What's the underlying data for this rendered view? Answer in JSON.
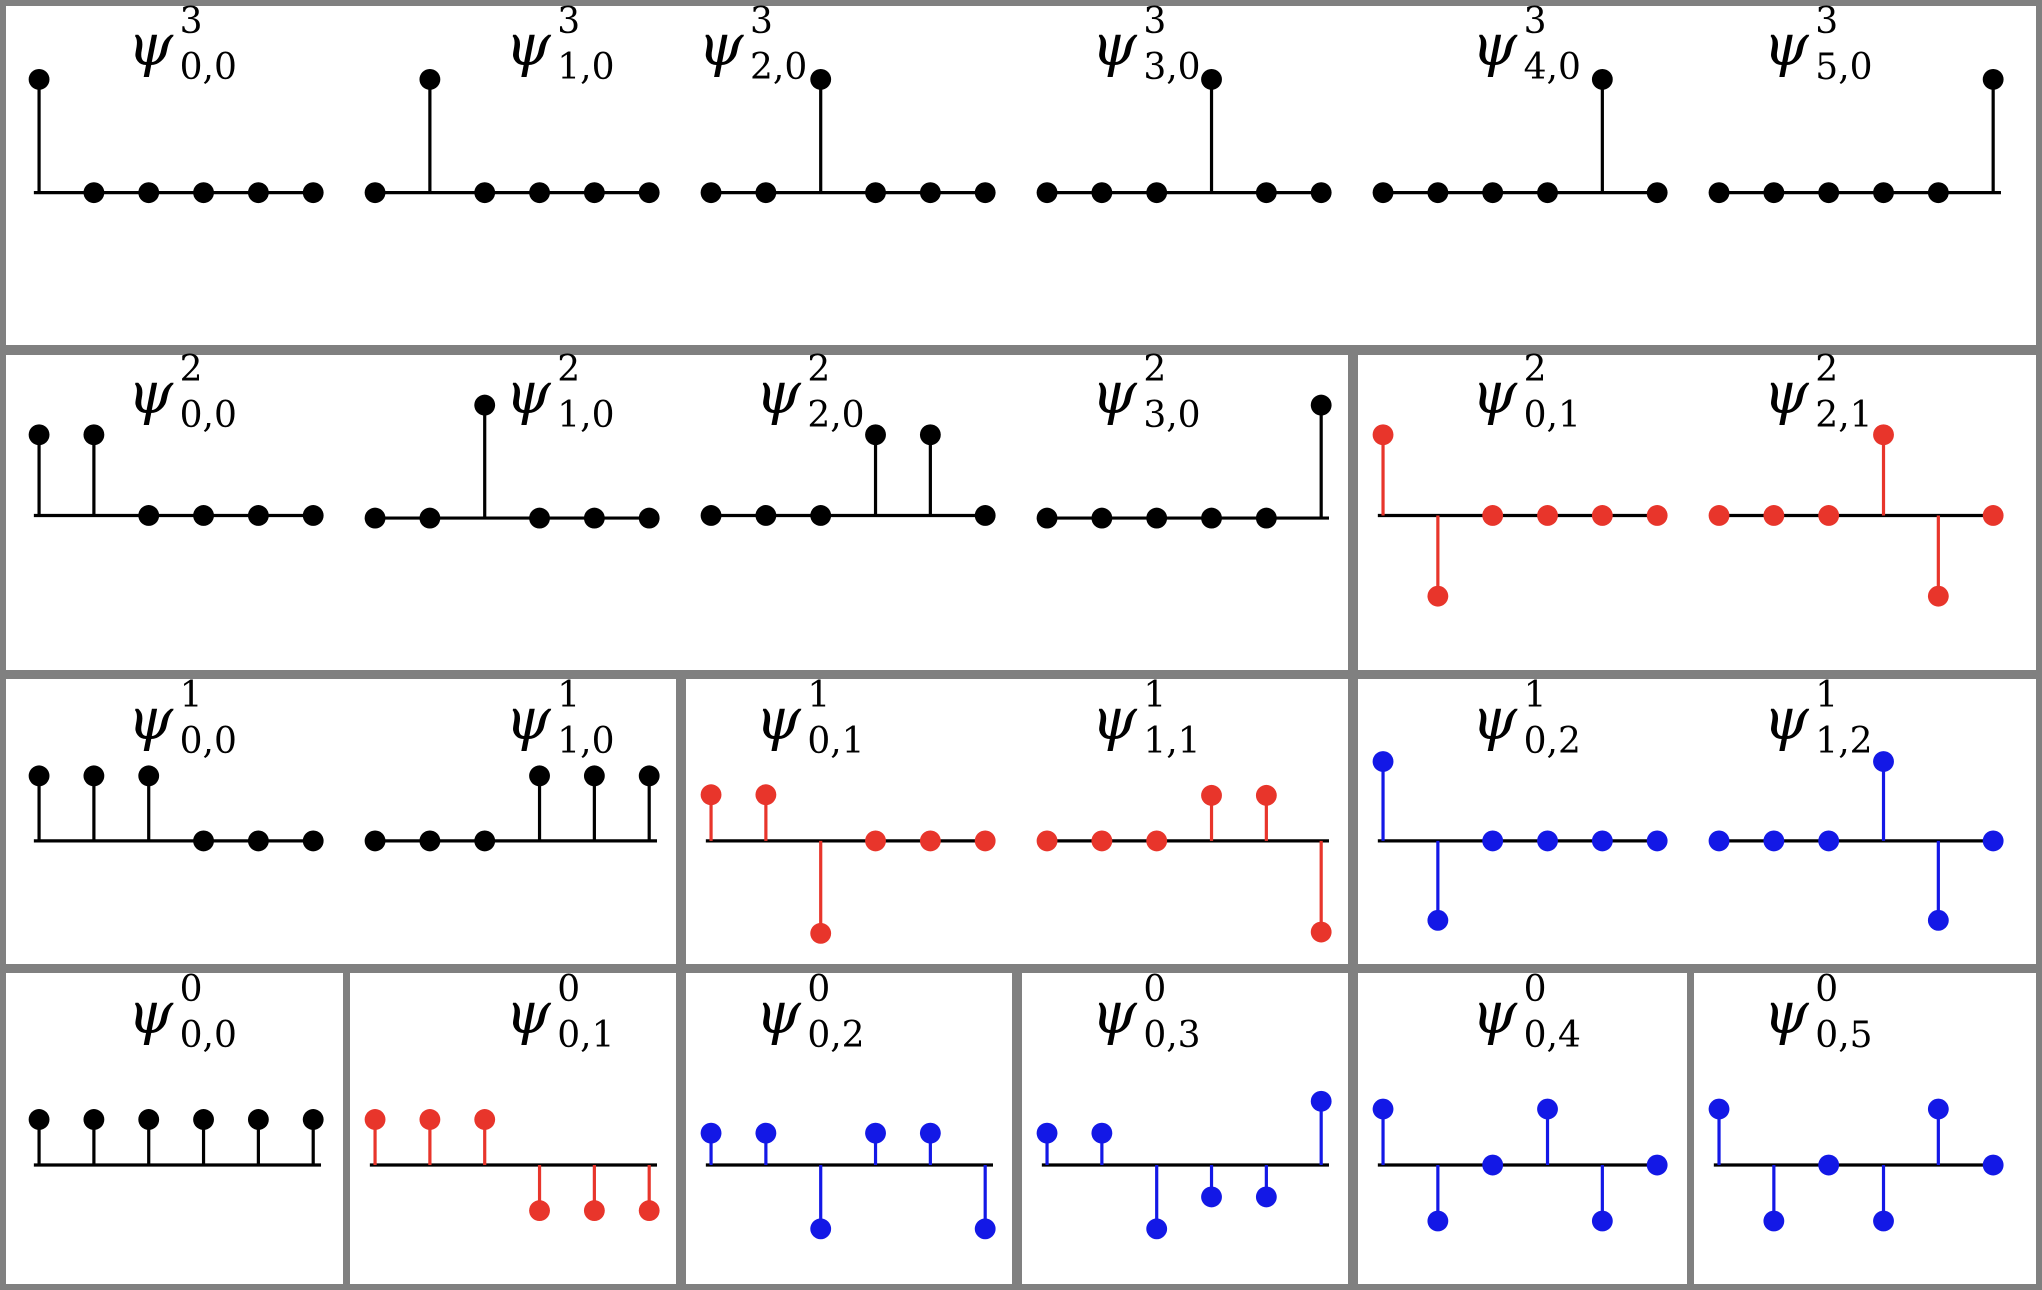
{
  "colors": {
    "black": "#000000",
    "red": "#e8352b",
    "blue": "#1318e6",
    "border": "#808080"
  },
  "groups": [
    {
      "id": "g-s3",
      "layout": "A"
    },
    {
      "id": "g-s2",
      "layout": "B"
    },
    {
      "id": "g-w2",
      "layout": "C"
    },
    {
      "id": "g-s1",
      "layout": "D"
    },
    {
      "id": "g-w1a",
      "layout": "E"
    },
    {
      "id": "g-w1b",
      "layout": "F"
    },
    {
      "id": "g-s0",
      "layout": "G0"
    },
    {
      "id": "g-w0a",
      "layout": "G1"
    },
    {
      "id": "g-w0b",
      "layout": "G2"
    },
    {
      "id": "g-w0c",
      "layout": "G3"
    },
    {
      "id": "g-w0d",
      "layout": "G4"
    },
    {
      "id": "g-w0e",
      "layout": "G5"
    }
  ],
  "plots": [
    {
      "name": "psi-3-0-0",
      "symbol": "ψ",
      "sup": "3",
      "sub": "0,0",
      "color": "black",
      "values": [
        1,
        0,
        0,
        0,
        0,
        0
      ]
    },
    {
      "name": "psi-3-1-0",
      "symbol": "ψ",
      "sup": "3",
      "sub": "1,0",
      "color": "black",
      "values": [
        0,
        1,
        0,
        0,
        0,
        0
      ]
    },
    {
      "name": "psi-3-2-0",
      "symbol": "ψ",
      "sup": "3",
      "sub": "2,0",
      "color": "black",
      "values": [
        0,
        0,
        1,
        0,
        0,
        0
      ]
    },
    {
      "name": "psi-3-3-0",
      "symbol": "ψ",
      "sup": "3",
      "sub": "3,0",
      "color": "black",
      "values": [
        0,
        0,
        0,
        1,
        0,
        0
      ]
    },
    {
      "name": "psi-3-4-0",
      "symbol": "ψ",
      "sup": "3",
      "sub": "4,0",
      "color": "black",
      "values": [
        0,
        0,
        0,
        0,
        1,
        0
      ]
    },
    {
      "name": "psi-3-5-0",
      "symbol": "ψ",
      "sup": "3",
      "sub": "5,0",
      "color": "black",
      "values": [
        0,
        0,
        0,
        0,
        0,
        1
      ]
    },
    {
      "name": "psi-2-0-0",
      "symbol": "ψ",
      "sup": "2",
      "sub": "0,0",
      "color": "black",
      "values": [
        1,
        1,
        0,
        0,
        0,
        0
      ]
    },
    {
      "name": "psi-2-1-0",
      "symbol": "ψ",
      "sup": "2",
      "sub": "1,0",
      "color": "black",
      "values": [
        0,
        0,
        1.4,
        0,
        0,
        0
      ]
    },
    {
      "name": "psi-2-2-0",
      "symbol": "ψ",
      "sup": "2",
      "sub": "2,0",
      "color": "black",
      "values": [
        0,
        0,
        0,
        1,
        1,
        0
      ]
    },
    {
      "name": "psi-2-3-0",
      "symbol": "ψ",
      "sup": "2",
      "sub": "3,0",
      "color": "black",
      "values": [
        0,
        0,
        0,
        0,
        0,
        1.4
      ]
    },
    {
      "name": "psi-2-0-1",
      "symbol": "ψ",
      "sup": "2",
      "sub": "0,1",
      "color": "red",
      "values": [
        1,
        -1,
        0,
        0,
        0,
        0
      ]
    },
    {
      "name": "psi-2-2-1",
      "symbol": "ψ",
      "sup": "2",
      "sub": "2,1",
      "color": "red",
      "values": [
        0,
        0,
        0,
        1,
        -1,
        0
      ]
    },
    {
      "name": "psi-1-0-0",
      "symbol": "ψ",
      "sup": "1",
      "sub": "0,0",
      "color": "black",
      "values": [
        1,
        1,
        1,
        0,
        0,
        0
      ]
    },
    {
      "name": "psi-1-1-0",
      "symbol": "ψ",
      "sup": "1",
      "sub": "1,0",
      "color": "black",
      "values": [
        0,
        0,
        0,
        1,
        1,
        1
      ]
    },
    {
      "name": "psi-1-0-1",
      "symbol": "ψ",
      "sup": "1",
      "sub": "0,1",
      "color": "red",
      "values": [
        1,
        1,
        -2,
        0,
        0,
        0
      ]
    },
    {
      "name": "psi-1-1-1",
      "symbol": "ψ",
      "sup": "1",
      "sub": "1,1",
      "color": "red",
      "values": [
        0,
        0,
        0,
        1,
        1,
        -2
      ]
    },
    {
      "name": "psi-1-0-2",
      "symbol": "ψ",
      "sup": "1",
      "sub": "0,2",
      "color": "blue",
      "values": [
        1,
        -1,
        0,
        0,
        0,
        0
      ]
    },
    {
      "name": "psi-1-1-2",
      "symbol": "ψ",
      "sup": "1",
      "sub": "1,2",
      "color": "blue",
      "values": [
        0,
        0,
        0,
        1,
        -1,
        0
      ]
    },
    {
      "name": "psi-0-0-0",
      "symbol": "ψ",
      "sup": "0",
      "sub": "0,0",
      "color": "black",
      "values": [
        1,
        1,
        1,
        1,
        1,
        1
      ]
    },
    {
      "name": "psi-0-0-1",
      "symbol": "ψ",
      "sup": "0",
      "sub": "0,1",
      "color": "red",
      "values": [
        1,
        1,
        1,
        -1,
        -1,
        -1
      ]
    },
    {
      "name": "psi-0-0-2",
      "symbol": "ψ",
      "sup": "0",
      "sub": "0,2",
      "color": "blue",
      "values": [
        1,
        1,
        -2,
        1,
        1,
        -2
      ]
    },
    {
      "name": "psi-0-0-3",
      "symbol": "ψ",
      "sup": "0",
      "sub": "0,3",
      "color": "blue",
      "values": [
        1,
        1,
        -2,
        -1,
        -1,
        2
      ]
    },
    {
      "name": "psi-0-0-4",
      "symbol": "ψ",
      "sup": "0",
      "sub": "0,4",
      "color": "blue",
      "values": [
        1,
        -1,
        0,
        1,
        -1,
        0
      ]
    },
    {
      "name": "psi-0-0-5",
      "symbol": "ψ",
      "sup": "0",
      "sub": "0,5",
      "color": "blue",
      "values": [
        1,
        -1,
        0,
        -1,
        1,
        0
      ]
    }
  ]
}
